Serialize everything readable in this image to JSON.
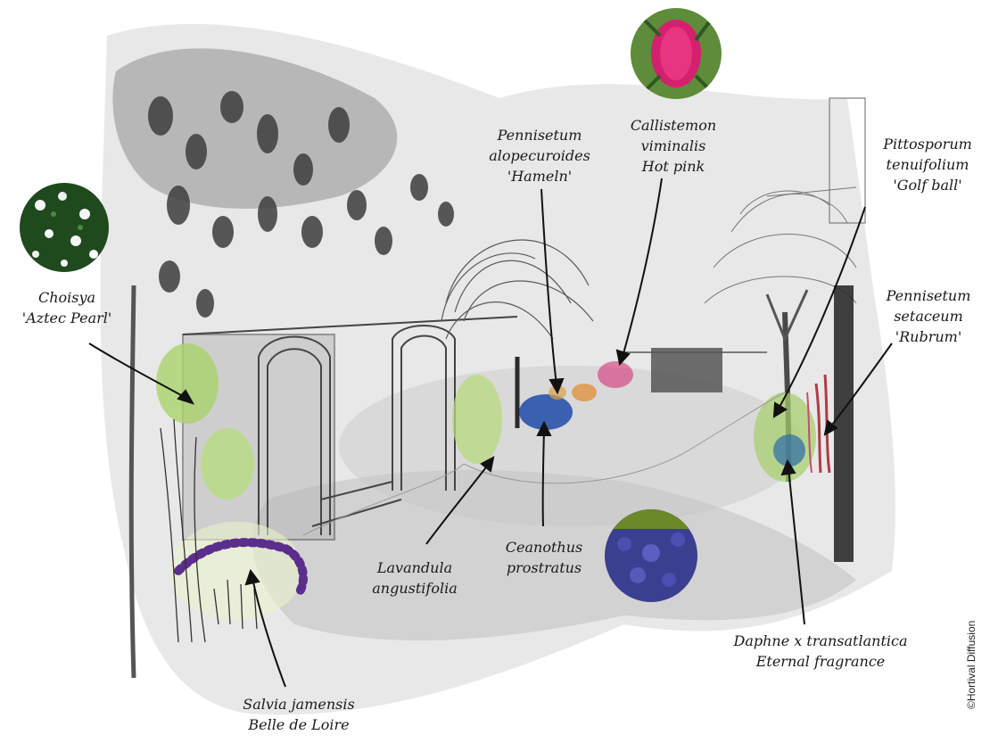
{
  "labels": {
    "choisya": [
      "Choisya",
      "'Aztec Pearl'"
    ],
    "pennisetum_alopecuroides": [
      "Pennisetum",
      "alopecuroides",
      "'Hameln'"
    ],
    "callistemon": [
      "Callistemon",
      "viminalis",
      "Hot pink"
    ],
    "pittosporum": [
      "Pittosporum",
      "tenuifolium",
      "'Golf ball'"
    ],
    "pennisetum_setaceum": [
      "Pennisetum",
      "setaceum",
      "'Rubrum'"
    ],
    "lavandula": [
      "Lavandula",
      "angustifolia"
    ],
    "ceanothus": [
      "Ceanothus",
      "prostratus"
    ],
    "daphne": [
      "Daphne x transatlantica",
      "Eternal fragrance"
    ],
    "salvia": [
      "Salvia jamensis",
      "Belle de Loire"
    ]
  },
  "credit": "©Hortival Diffusion",
  "photo_icons": [
    "choisya-photo",
    "callistemon-photo",
    "ceanothus-photo"
  ],
  "colors": {
    "ink": "#1a1a1a",
    "wash": "#c9c9c9",
    "foliage_green": "#a9d36b",
    "lavender_purple": "#5b2d8c",
    "ceanothus_blue": "#1f4aa8",
    "callistemon_pink": "#d4206f"
  }
}
